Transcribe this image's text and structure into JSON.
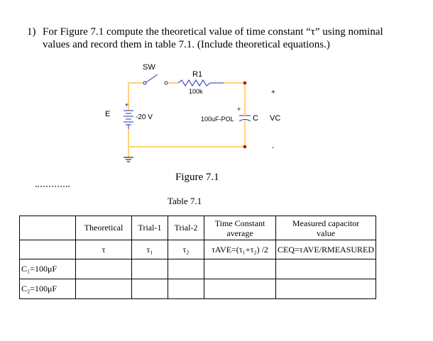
{
  "question": {
    "number": "1)",
    "line1": "For Figure 7.1 compute the theoretical value of time constant “τ” using nominal",
    "line2": "values and record them in table  7.1.  (Include theoretical equations.)"
  },
  "circuit": {
    "switch_label": "SW",
    "resistor_label": "R1",
    "resistor_value": "100k",
    "source_label": "E",
    "source_value": "-20 V",
    "source_plus": "+",
    "cap_plus_top": "+",
    "cap_type": "100uF-POL",
    "cap_label": "C",
    "vc_label": "VC",
    "vc_plus": "+",
    "vc_minus": "-",
    "wire_color": "#ffd27a",
    "node_color": "#c00000"
  },
  "figure_caption": "Figure 7.1",
  "table_caption": "Table 7.1",
  "table": {
    "headers": [
      "",
      "Theoretical",
      "Trial-1",
      "Trial-2",
      "Time Constant average",
      "Measured capacitor value"
    ],
    "header_line_a": [
      "",
      "",
      "",
      "",
      "Time Constant",
      "Measured capacitor"
    ],
    "header_line_b": [
      "",
      "",
      "",
      "",
      "average",
      "value"
    ],
    "symbols": [
      "",
      "τ",
      "τ₁",
      "τ₂",
      "τAVE=(τ₁+τ₂) /2",
      "CEQ=τAVE/RMEASURED"
    ],
    "rows": [
      {
        "label": "C₁=100μF",
        "cells": [
          "",
          "",
          "",
          "",
          ""
        ]
      },
      {
        "label": "C₂=100μF",
        "cells": [
          "",
          "",
          "",
          "",
          ""
        ]
      }
    ]
  }
}
